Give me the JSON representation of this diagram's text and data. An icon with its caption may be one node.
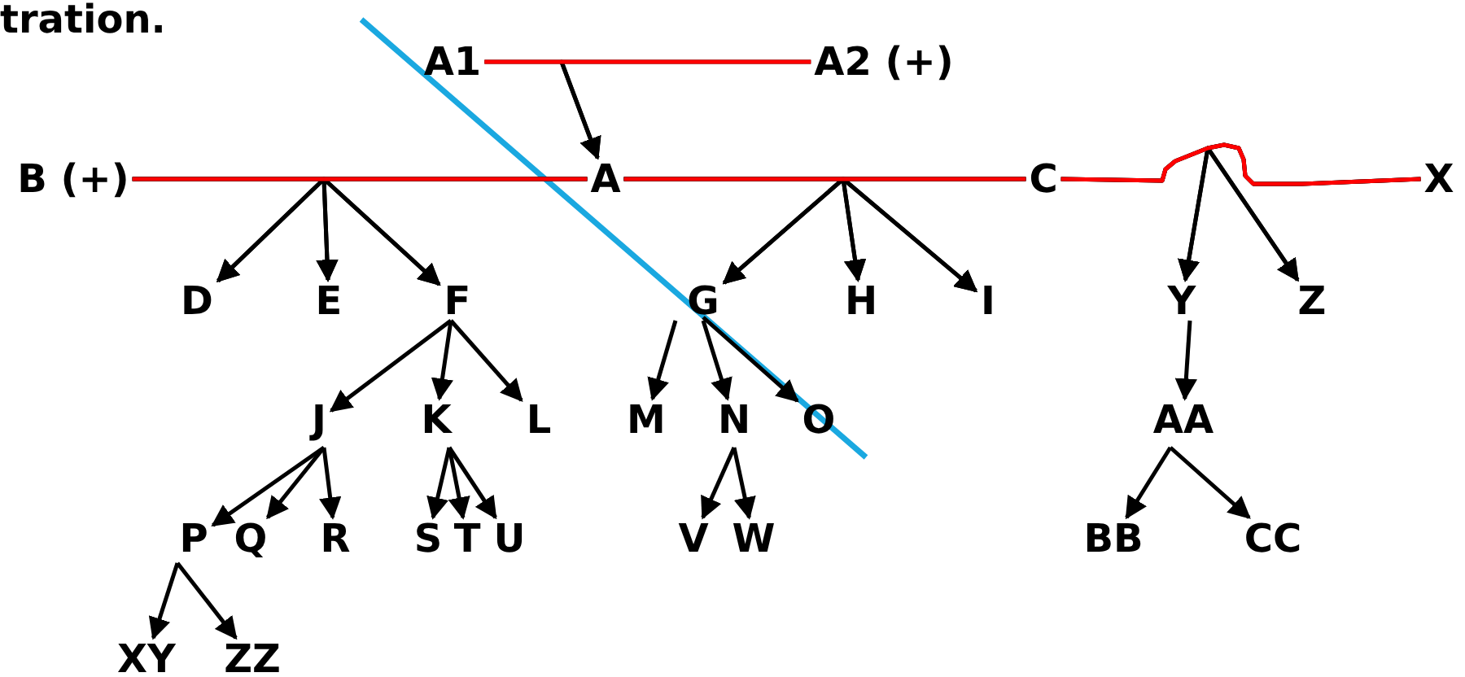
{
  "diagram": {
    "nodes": [
      {
        "text": [
          "A1"
        ]
      },
      {
        "text": [
          "A2 (+)"
        ]
      },
      {
        "text": [
          "B (+)"
        ]
      },
      {
        "text": [
          "A"
        ]
      },
      {
        "text": [
          "C"
        ]
      },
      {
        "text": [
          "X"
        ]
      },
      {
        "text": [
          "D"
        ]
      },
      {
        "text": [
          "E"
        ]
      },
      {
        "text": [
          "F"
        ]
      },
      {
        "text": [
          "G"
        ]
      },
      {
        "text": [
          "H"
        ]
      },
      {
        "text": [
          "I"
        ]
      },
      {
        "text": [
          "Y"
        ]
      },
      {
        "text": [
          "Z"
        ]
      },
      {
        "text": [
          "J"
        ]
      },
      {
        "text": [
          "K"
        ]
      },
      {
        "text": [
          "L"
        ]
      },
      {
        "text": [
          "M"
        ]
      },
      {
        "text": [
          "N"
        ]
      },
      {
        "text": [
          "O"
        ]
      },
      {
        "text": [
          "AA"
        ]
      },
      {
        "text": [
          "P"
        ]
      },
      {
        "text": [
          "Q"
        ]
      },
      {
        "text": [
          "R"
        ]
      },
      {
        "text": [
          "S"
        ]
      },
      {
        "text": [
          "T"
        ]
      },
      {
        "text": [
          "U"
        ]
      },
      {
        "text": [
          "V"
        ]
      },
      {
        "text": [
          "W"
        ]
      },
      {
        "text": [
          "BB"
        ]
      },
      {
        "text": [
          "CC"
        ]
      },
      {
        "text": [
          "XY"
        ]
      },
      {
        "text": [
          "ZZ"
        ]
      }
    ],
    "edges": [
      {
        "from": 0,
        "to": 1,
        "arrow": "none",
        "color": "#ff0000"
      },
      {
        "from": 2,
        "to": 3,
        "arrow": "none",
        "color": "#ff0000"
      },
      {
        "from": 3,
        "to": 4,
        "arrow": "none",
        "color": "#ff0000"
      },
      {
        "from": 4,
        "to": 5,
        "arrow": "none",
        "color": "#ff0000"
      },
      {
        "from": 0,
        "to": 3,
        "arrow": "to"
      },
      {
        "from": 1,
        "to": 3,
        "arrow": "to"
      },
      {
        "from": 2,
        "to": 6,
        "arrow": "to"
      },
      {
        "from": 3,
        "to": 6,
        "arrow": "to"
      },
      {
        "from": 2,
        "to": 7,
        "arrow": "to"
      },
      {
        "from": 3,
        "to": 7,
        "arrow": "to"
      },
      {
        "from": 2,
        "to": 8,
        "arrow": "to"
      },
      {
        "from": 3,
        "to": 8,
        "arrow": "to"
      },
      {
        "from": 3,
        "to": 9,
        "arrow": "to"
      },
      {
        "from": 4,
        "to": 9,
        "arrow": "to"
      },
      {
        "from": 3,
        "to": 10,
        "arrow": "to"
      },
      {
        "from": 4,
        "to": 10,
        "arrow": "to"
      },
      {
        "from": 3,
        "to": 11,
        "arrow": "to"
      },
      {
        "from": 4,
        "to": 11,
        "arrow": "to"
      },
      {
        "from": 4,
        "to": 12,
        "arrow": "to"
      },
      {
        "from": 5,
        "to": 12,
        "arrow": "to"
      },
      {
        "from": 4,
        "to": 13,
        "arrow": "to"
      },
      {
        "from": 5,
        "to": 13,
        "arrow": "to"
      },
      {
        "from": 8,
        "to": 14,
        "arrow": "to"
      },
      {
        "from": 8,
        "to": 15,
        "arrow": "to"
      },
      {
        "from": 8,
        "to": 16,
        "arrow": "to"
      },
      {
        "from": 9,
        "to": 17,
        "arrow": "to"
      },
      {
        "from": 9,
        "to": 18,
        "arrow": "to"
      },
      {
        "from": 9,
        "to": 19,
        "arrow": "to"
      },
      {
        "from": 12,
        "to": 20,
        "arrow": "to"
      },
      {
        "from": 14,
        "to": 21,
        "arrow": "to"
      },
      {
        "from": 14,
        "to": 22,
        "arrow": "to"
      },
      {
        "from": 14,
        "to": 23,
        "arrow": "to"
      },
      {
        "from": 15,
        "to": 24,
        "arrow": "to"
      },
      {
        "from": 15,
        "to": 25,
        "arrow": "to"
      },
      {
        "from": 15,
        "to": 26,
        "arrow": "to"
      },
      {
        "from": 18,
        "to": 27,
        "arrow": "to"
      },
      {
        "from": 18,
        "to": 28,
        "arrow": "to"
      },
      {
        "from": 20,
        "to": 29,
        "arrow": "to"
      },
      {
        "from": 20,
        "to": 30,
        "arrow": "to"
      },
      {
        "from": 21,
        "to": 31,
        "arrow": "to"
      },
      {
        "from": 21,
        "to": 32,
        "arrow": "to"
      }
    ],
    "labels": [
      "tration."
    ]
  }
}
